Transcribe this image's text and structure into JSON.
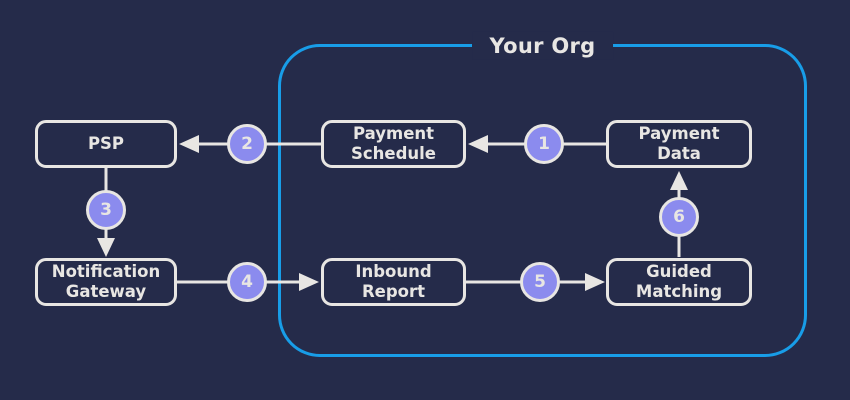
{
  "title": "Your Org",
  "colors": {
    "background": "#252b4a",
    "line": "#e8e6e3",
    "badge_fill": "#8b8bee",
    "org_border": "#189de8"
  },
  "nodes": {
    "psp": "PSP",
    "payment_schedule": "Payment Schedule",
    "payment_data": "Payment Data",
    "notification_gateway": "Notification Gateway",
    "inbound_report": "Inbound Report",
    "guided_matching": "Guided Matching"
  },
  "badges": {
    "b1": "1",
    "b2": "2",
    "b3": "3",
    "b4": "4",
    "b5": "5",
    "b6": "6"
  },
  "flows": [
    {
      "step": "1",
      "from": "Payment Data",
      "to": "Payment Schedule"
    },
    {
      "step": "2",
      "from": "Payment Schedule",
      "to": "PSP"
    },
    {
      "step": "3",
      "from": "PSP",
      "to": "Notification Gateway"
    },
    {
      "step": "4",
      "from": "Notification Gateway",
      "to": "Inbound Report"
    },
    {
      "step": "5",
      "from": "Inbound Report",
      "to": "Guided Matching"
    },
    {
      "step": "6",
      "from": "Guided Matching",
      "to": "Payment Data"
    }
  ]
}
